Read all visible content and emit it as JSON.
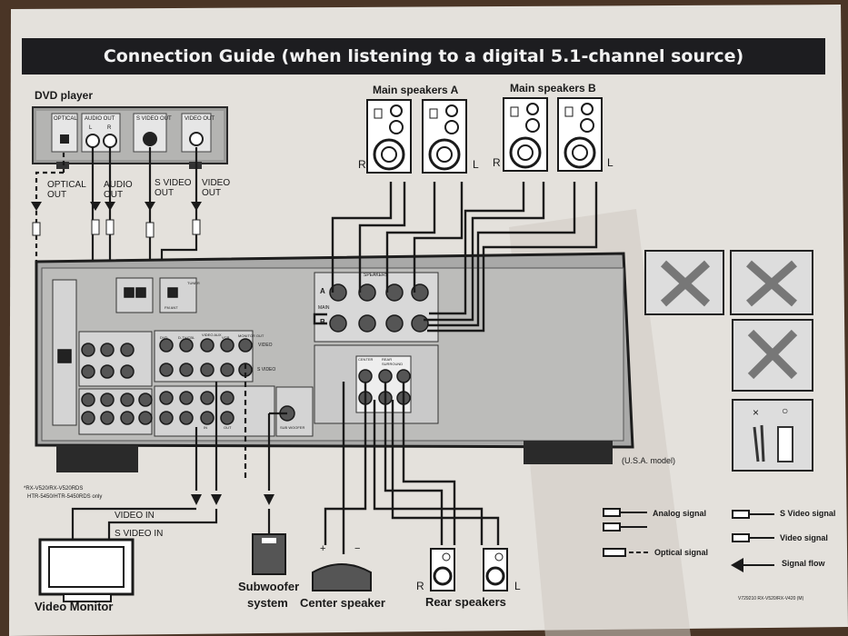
{
  "title": "Connection Guide (when listening to a digital 5.1-channel source)",
  "dvd": {
    "title": "DVD player",
    "jacks": [
      "OPTICAL",
      "AUDIO OUT",
      "L",
      "R",
      "S VIDEO OUT",
      "VIDEO OUT"
    ],
    "optical_out": "OPTICAL OUT",
    "audio_out": "AUDIO OUT",
    "svideo_out": "S VIDEO OUT",
    "video_out": "VIDEO OUT"
  },
  "speakers_a": {
    "title": "Main speakers A",
    "r": "R",
    "l": "L"
  },
  "speakers_b": {
    "title": "Main speakers B",
    "r": "R",
    "l": "L"
  },
  "receiver": {
    "speakers_label": "SPEAKERS",
    "row_a": "A",
    "row_b": "B",
    "main": "MAIN",
    "center": "CENTER",
    "rear_surround": "REAR SURROUND",
    "monitor_out": "MONITOR OUT",
    "video": "VIDEO",
    "svideo": "S VIDEO",
    "tuner": "TUNER",
    "fm_ant": "FM ANT",
    "subwoofer_out": "SUB WOOFER",
    "inputs": [
      "DVD",
      "D-TV/CBL",
      "VIDEO AUX",
      "VCR",
      "IN",
      "OUT"
    ],
    "footnote_star": "*RX-V520/RX-V520RDS",
    "footnote_line2": "HTR-5450/HTR-5450RDS only"
  },
  "video_in": "VIDEO IN",
  "svideo_in": "S VIDEO IN",
  "video_monitor": "Video Monitor",
  "subwoofer": {
    "line1": "Subwoofer",
    "line2": "system"
  },
  "center_speaker": "Center speaker",
  "rear_speakers": {
    "title": "Rear speakers",
    "r": "R",
    "l": "L"
  },
  "model_note": "(U.S.A. model)",
  "legend": {
    "analog": "Analog signal",
    "svideo": "S Video signal",
    "video": "Video signal",
    "optical": "Optical signal",
    "flow": "Signal flow"
  },
  "wire_marks": {
    "x": "×",
    "o": "○"
  },
  "polarity": {
    "plus": "+",
    "minus": "−"
  },
  "code": "V729210 RX-V520/RX-V420 (M)"
}
